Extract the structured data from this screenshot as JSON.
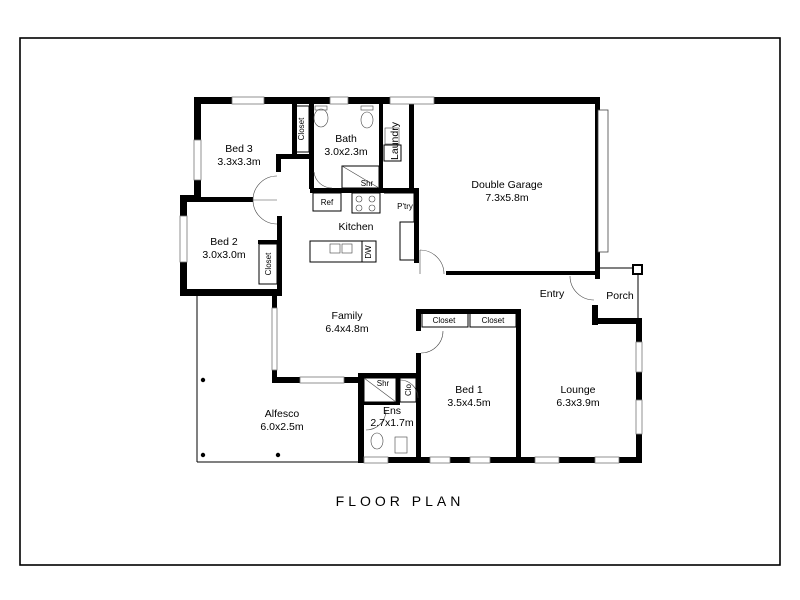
{
  "title": "FLOOR PLAN",
  "rooms": {
    "bed3": {
      "name": "Bed 3",
      "size": "3.3x3.3m"
    },
    "bath": {
      "name": "Bath",
      "size": "3.0x2.3m"
    },
    "laundry": {
      "name": "Laundry"
    },
    "garage": {
      "name": "Double Garage",
      "size": "7.3x5.8m"
    },
    "bed2": {
      "name": "Bed 2",
      "size": "3.0x3.0m"
    },
    "kitchen": {
      "name": "Kitchen"
    },
    "family": {
      "name": "Family",
      "size": "6.4x4.8m"
    },
    "entry": {
      "name": "Entry"
    },
    "porch": {
      "name": "Porch"
    },
    "bed1": {
      "name": "Bed 1",
      "size": "3.5x4.5m"
    },
    "lounge": {
      "name": "Lounge",
      "size": "6.3x3.9m"
    },
    "alfesco": {
      "name": "Alfesco",
      "size": "6.0x2.5m"
    },
    "ens": {
      "name": "Ens",
      "size": "2.7x1.7m"
    }
  },
  "fixtures": {
    "closet": "Closet",
    "shower": "Shr",
    "ref": "Ref",
    "pantry": "P'try",
    "dishwasher": "DW",
    "clo": "Clo"
  }
}
